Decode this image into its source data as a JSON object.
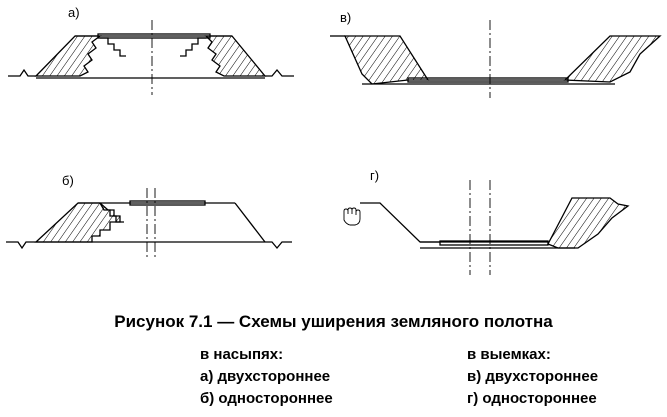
{
  "figure": {
    "panels": [
      {
        "letter": "а)"
      },
      {
        "letter": "б)"
      },
      {
        "letter": "в)"
      },
      {
        "letter": "г)"
      }
    ],
    "caption": "Рисунок 7.1 — Схемы уширения земляного полотна",
    "legend": {
      "embankments": {
        "heading": "в насыпях:",
        "items": [
          "а) двухстороннее",
          "б) одностороннее"
        ]
      },
      "cuttings": {
        "heading": "в выемках:",
        "items": [
          "в) двухстороннее",
          "г) одностороннее"
        ]
      }
    },
    "icons": [
      "hand-cursor-icon"
    ]
  }
}
